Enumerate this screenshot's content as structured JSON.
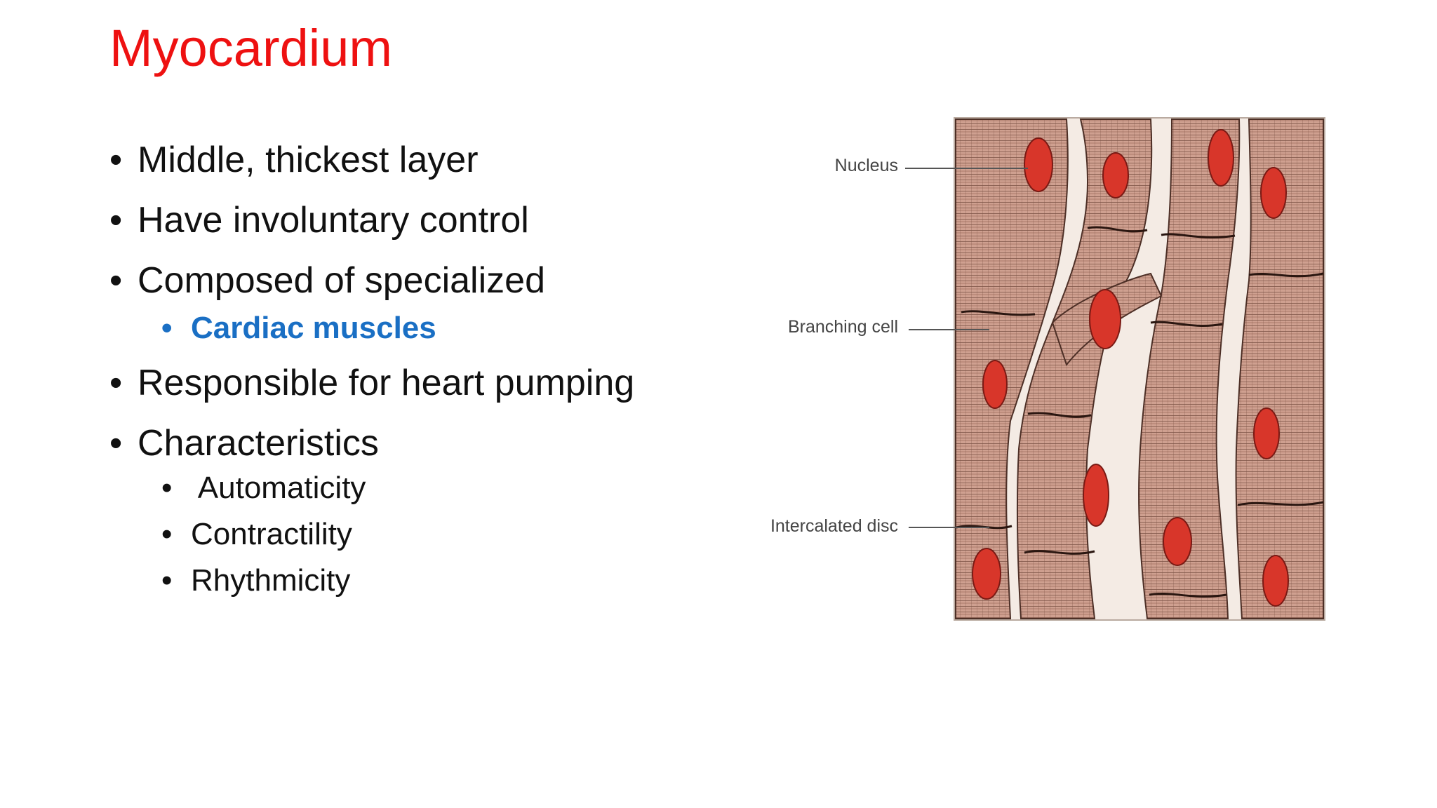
{
  "slide": {
    "title": "Myocardium",
    "title_color": "#ee1111",
    "accent_color": "#1a6fc4",
    "bullets": [
      {
        "level": 1,
        "text": "Middle, thickest layer"
      },
      {
        "level": 1,
        "text": "Have involuntary control"
      },
      {
        "level": 1,
        "text": "Composed of specialized"
      },
      {
        "level": 2,
        "text": "Cardiac muscles",
        "highlight": true
      },
      {
        "level": 1,
        "text": "Responsible for heart pumping"
      },
      {
        "level": 1,
        "text": "Characteristics"
      },
      {
        "level": 2,
        "text": " Automaticity"
      },
      {
        "level": 2,
        "text": "Contractility"
      },
      {
        "level": 2,
        "text": "Rhythmicity"
      }
    ],
    "bullet_symbol": "•"
  },
  "figure": {
    "labels": {
      "nucleus": "Nucleus",
      "branching_cell": "Branching cell",
      "intercalated_disc": "Intercalated disc"
    },
    "colors": {
      "fiber": "#c99a88",
      "fiber_dark": "#5a3a30",
      "nucleus": "#d8362a",
      "background": "#f3e8e0"
    }
  }
}
